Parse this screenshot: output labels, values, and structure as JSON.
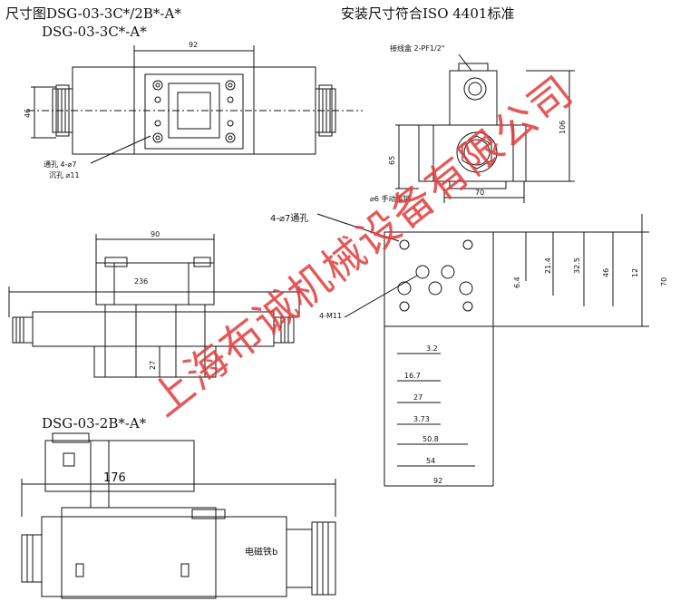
{
  "titles": {
    "main": "尺寸图DSG-03-3C*/2B*-A*",
    "sub_3c": "DSG-03-3C*-A*",
    "sub_2b": "DSG-03-2B*-A*",
    "iso": "安装尺寸符合ISO 4401标准"
  },
  "top_view": {
    "dim_width": "92",
    "dim_height": "46",
    "note_through_hole": "通孔 4-⌀7",
    "note_counterbore": "沉孔 ⌀11"
  },
  "side_view": {
    "dim_top": "90",
    "dim_inner": "236",
    "dim_base": "27"
  },
  "end_view": {
    "junction_box": "接线盒 2-PF1/2\"",
    "dim_height_total": "106",
    "dim_height_base": "65",
    "dim_width": "70",
    "manual_button": "⌀6 手动推销"
  },
  "mounting_face": {
    "through_holes": "4-⌀7通孔",
    "hole_m": "4-M11",
    "dims_h": [
      "3.2",
      "16.7",
      "27",
      "3.73",
      "50.8",
      "54",
      "92"
    ],
    "dims_v": [
      "6.4",
      "21.4",
      "32.5",
      "46",
      "12",
      "70"
    ]
  },
  "view_2b": {
    "dim_176": "176",
    "solenoid_label": "电磁铁b"
  },
  "watermark": "上海布诚机械设备有限公司"
}
